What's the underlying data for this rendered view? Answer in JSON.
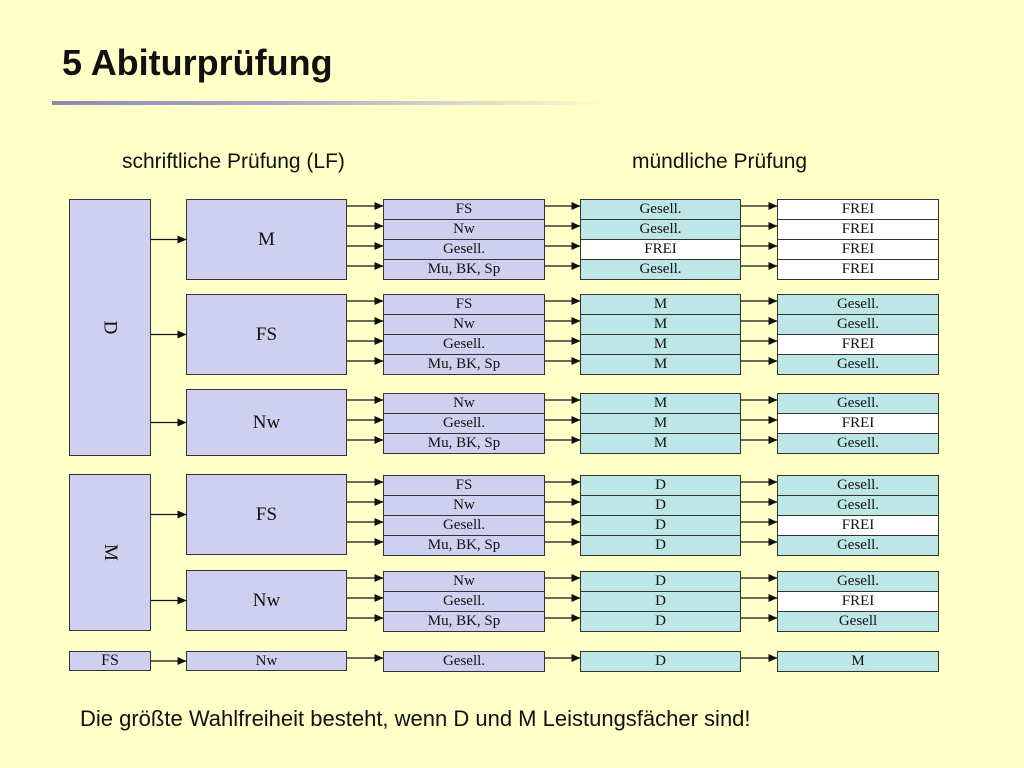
{
  "title": "5 Abiturprüfung",
  "headings": {
    "written": "schriftliche Prüfung (LF)",
    "oral": "mündliche Prüfung"
  },
  "footer": "Die größte Wahlfreiheit besteht, wenn D und M Leistungsfächer sind!",
  "colors": {
    "background": "#ffffc8",
    "lavender_box": "#cfcfef",
    "teal_box": "#bde6e6",
    "white_box": "#ffffff"
  },
  "diagram": {
    "leistungsfaecher": [
      {
        "lf1": "D",
        "groups": [
          {
            "lf2": "M",
            "third": [
              "FS",
              "Nw",
              "Gesell.",
              "Mu, BK, Sp"
            ],
            "fourth": [
              "Gesell.",
              "Gesell.",
              "FREI",
              "Gesell."
            ],
            "fifth": [
              "FREI",
              "FREI",
              "FREI",
              "FREI"
            ]
          },
          {
            "lf2": "FS",
            "third": [
              "FS",
              "Nw",
              "Gesell.",
              "Mu, BK, Sp"
            ],
            "fourth": [
              "M",
              "M",
              "M",
              "M"
            ],
            "fifth": [
              "Gesell.",
              "Gesell.",
              "FREI",
              "Gesell."
            ]
          },
          {
            "lf2": "Nw",
            "third": [
              "Nw",
              "Gesell.",
              "Mu, BK, Sp"
            ],
            "fourth": [
              "M",
              "M",
              "M"
            ],
            "fifth": [
              "Gesell.",
              "FREI",
              "Gesell."
            ]
          }
        ]
      },
      {
        "lf1": "M",
        "groups": [
          {
            "lf2": "FS",
            "third": [
              "FS",
              "Nw",
              "Gesell.",
              "Mu, BK, Sp"
            ],
            "fourth": [
              "D",
              "D",
              "D",
              "D"
            ],
            "fifth": [
              "Gesell.",
              "Gesell.",
              "FREI",
              "Gesell."
            ]
          },
          {
            "lf2": "Nw",
            "third": [
              "Nw",
              "Gesell.",
              "Mu, BK, Sp"
            ],
            "fourth": [
              "D",
              "D",
              "D"
            ],
            "fifth": [
              "Gesell.",
              "FREI",
              "Gesell"
            ]
          }
        ]
      },
      {
        "lf1": "FS",
        "groups": [
          {
            "lf2": "Nw",
            "third": [
              "Gesell."
            ],
            "fourth": [
              "D"
            ],
            "fifth": [
              "M"
            ]
          }
        ]
      }
    ]
  }
}
